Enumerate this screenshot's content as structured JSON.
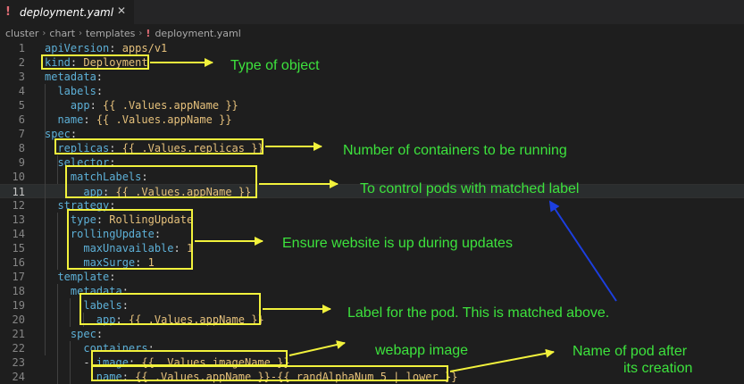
{
  "tab": {
    "icon": "!",
    "title": "deployment.yaml",
    "close": "✕"
  },
  "breadcrumb": {
    "items": [
      "cluster",
      "chart",
      "templates"
    ],
    "separator": "›",
    "file_icon": "!",
    "file": "deployment.yaml"
  },
  "lines": [
    {
      "n": "1",
      "tokens": [
        [
          "k",
          "apiVersion"
        ],
        [
          "c",
          ": "
        ],
        [
          "s",
          "apps/v1"
        ]
      ]
    },
    {
      "n": "2",
      "tokens": [
        [
          "k",
          "kind"
        ],
        [
          "c",
          ": "
        ],
        [
          "s",
          "Deployment"
        ]
      ]
    },
    {
      "n": "3",
      "tokens": [
        [
          "k",
          "metadata"
        ],
        [
          "c",
          ":"
        ]
      ]
    },
    {
      "n": "4",
      "tokens": [
        [
          "c",
          "  "
        ],
        [
          "k",
          "labels"
        ],
        [
          "c",
          ":"
        ]
      ]
    },
    {
      "n": "5",
      "tokens": [
        [
          "c",
          "    "
        ],
        [
          "k",
          "app"
        ],
        [
          "c",
          ": "
        ],
        [
          "gd",
          "{{"
        ],
        [
          "s",
          " .Values.appName "
        ],
        [
          "gd",
          "}}"
        ]
      ]
    },
    {
      "n": "6",
      "tokens": [
        [
          "c",
          "  "
        ],
        [
          "k",
          "name"
        ],
        [
          "c",
          ": "
        ],
        [
          "gd",
          "{{"
        ],
        [
          "s",
          " .Values.appName "
        ],
        [
          "gd",
          "}}"
        ]
      ]
    },
    {
      "n": "7",
      "tokens": [
        [
          "k",
          "spec"
        ],
        [
          "c",
          ":"
        ]
      ]
    },
    {
      "n": "8",
      "tokens": [
        [
          "c",
          "  "
        ],
        [
          "k",
          "replicas"
        ],
        [
          "c",
          ": "
        ],
        [
          "gd",
          "{{"
        ],
        [
          "s",
          " .Values.replicas "
        ],
        [
          "gd",
          "}}"
        ]
      ]
    },
    {
      "n": "9",
      "tokens": [
        [
          "c",
          "  "
        ],
        [
          "k",
          "selector"
        ],
        [
          "c",
          ":"
        ]
      ]
    },
    {
      "n": "10",
      "tokens": [
        [
          "c",
          "    "
        ],
        [
          "k",
          "matchLabels"
        ],
        [
          "c",
          ":"
        ]
      ]
    },
    {
      "n": "11",
      "tokens": [
        [
          "c",
          "      "
        ],
        [
          "k",
          "app"
        ],
        [
          "c",
          ": "
        ],
        [
          "gd",
          "{{"
        ],
        [
          "s",
          " .Values.appName "
        ],
        [
          "gd",
          "}}"
        ]
      ],
      "current": true
    },
    {
      "n": "12",
      "tokens": [
        [
          "c",
          "  "
        ],
        [
          "k",
          "strategy"
        ],
        [
          "c",
          ":"
        ]
      ]
    },
    {
      "n": "13",
      "tokens": [
        [
          "c",
          "    "
        ],
        [
          "k",
          "type"
        ],
        [
          "c",
          ": "
        ],
        [
          "s",
          "RollingUpdate"
        ]
      ]
    },
    {
      "n": "14",
      "tokens": [
        [
          "c",
          "    "
        ],
        [
          "k",
          "rollingUpdate"
        ],
        [
          "c",
          ":"
        ]
      ]
    },
    {
      "n": "15",
      "tokens": [
        [
          "c",
          "      "
        ],
        [
          "k",
          "maxUnavailable"
        ],
        [
          "c",
          ": "
        ],
        [
          "v",
          "1"
        ]
      ]
    },
    {
      "n": "16",
      "tokens": [
        [
          "c",
          "      "
        ],
        [
          "k",
          "maxSurge"
        ],
        [
          "c",
          ": "
        ],
        [
          "v",
          "1"
        ]
      ]
    },
    {
      "n": "17",
      "tokens": [
        [
          "c",
          "  "
        ],
        [
          "k",
          "template"
        ],
        [
          "c",
          ":"
        ]
      ]
    },
    {
      "n": "18",
      "tokens": [
        [
          "c",
          "    "
        ],
        [
          "k",
          "metadata"
        ],
        [
          "c",
          ":"
        ]
      ]
    },
    {
      "n": "19",
      "tokens": [
        [
          "c",
          "      "
        ],
        [
          "k",
          "labels"
        ],
        [
          "c",
          ":"
        ]
      ]
    },
    {
      "n": "20",
      "tokens": [
        [
          "c",
          "        "
        ],
        [
          "k",
          "app"
        ],
        [
          "c",
          ": "
        ],
        [
          "gd",
          "{{"
        ],
        [
          "s",
          " .Values.appName "
        ],
        [
          "gd",
          "}}"
        ]
      ]
    },
    {
      "n": "21",
      "tokens": [
        [
          "c",
          "    "
        ],
        [
          "k",
          "spec"
        ],
        [
          "c",
          ":"
        ]
      ]
    },
    {
      "n": "22",
      "tokens": [
        [
          "c",
          "      "
        ],
        [
          "k",
          "containers"
        ],
        [
          "c",
          ":"
        ]
      ]
    },
    {
      "n": "23",
      "tokens": [
        [
          "c",
          "      - "
        ],
        [
          "k",
          "image"
        ],
        [
          "c",
          ": "
        ],
        [
          "gd",
          "{{"
        ],
        [
          "s",
          " .Values.imageName "
        ],
        [
          "gd",
          "}}"
        ]
      ]
    },
    {
      "n": "24",
      "tokens": [
        [
          "c",
          "        "
        ],
        [
          "k",
          "name"
        ],
        [
          "c",
          ": "
        ],
        [
          "gd",
          "{{"
        ],
        [
          "s",
          " .Values.appName "
        ],
        [
          "gd",
          "}}"
        ],
        [
          "s",
          "-"
        ],
        [
          "gd",
          "{{"
        ],
        [
          "s",
          " randAlphaNum 5 | lower "
        ],
        [
          "gd",
          "}}"
        ]
      ]
    }
  ],
  "annotations": {
    "type_of_object": "Type of object",
    "replicas": "Number of containers to be running",
    "control_pods": "To control pods with matched label",
    "ensure_up": "Ensure website is up during updates",
    "pod_label": "Label for the pod. This is matched above.",
    "webapp_image": "webapp image",
    "pod_name_1": "Name of pod after",
    "pod_name_2": "its creation"
  },
  "colors": {
    "highlight_box": "#f2f23c",
    "annotation_text": "#3de23d",
    "blue_arrow": "#1c3fe0"
  }
}
